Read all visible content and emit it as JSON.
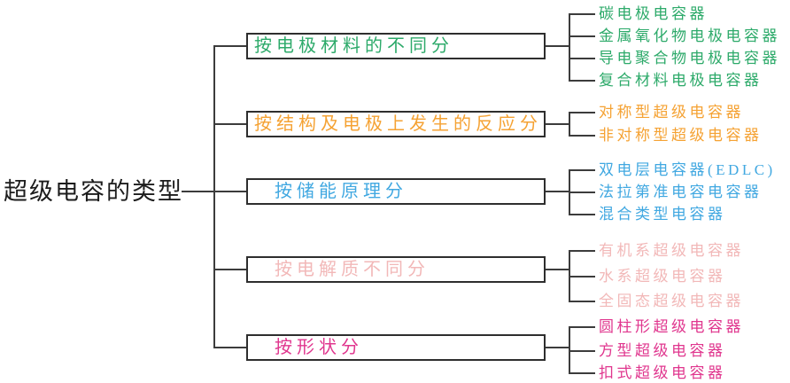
{
  "root": {
    "label": "超级电容的类型"
  },
  "colors": {
    "green": "#2daa6a",
    "orange": "#f5a233",
    "blue": "#41a8e1",
    "pink": "#f2b8b8",
    "magenta": "#e0368e",
    "line": "#3c3c3c",
    "root_text": "#1c1c1c"
  },
  "groups": [
    {
      "category": "按电极材料的不同分",
      "leaves": [
        "碳电极电容器",
        "金属氧化物电极电容器",
        "导电聚合物电极电容器",
        "复合材料电极电容器"
      ]
    },
    {
      "category": "按结构及电极上发生的反应分",
      "leaves": [
        "对称型超级电容器",
        "非对称型超级电容器"
      ]
    },
    {
      "category": "按储能原理分",
      "leaves": [
        "双电层电容器(EDLC)",
        "法拉第准电容电容器",
        "混合类型电容器"
      ]
    },
    {
      "category": "按电解质不同分",
      "leaves": [
        "有机系超级电容器",
        "水系超级电容器",
        "全固态超级电容器"
      ]
    },
    {
      "category": "按形状分",
      "leaves": [
        "圆柱形超级电容器",
        "方型超级电容器",
        "扣式超级电容器"
      ]
    }
  ]
}
